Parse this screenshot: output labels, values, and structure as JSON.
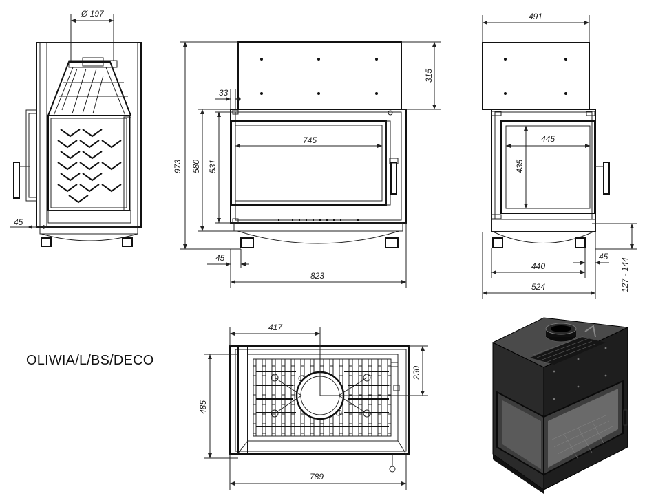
{
  "model_name": "OLIWIA/L/BS/DECO",
  "dimensions": {
    "side_flue_diameter": "Ø 197",
    "side_offset": "45",
    "front_total_height": "973",
    "front_door_height": "580",
    "front_glass_height": "531",
    "front_door_offset": "33",
    "front_top_height": "315",
    "front_glass_width": "745",
    "front_bottom_offset": "45",
    "front_total_width": "823",
    "right_total_width": "491",
    "right_glass_width": "445",
    "right_glass_height": "435",
    "right_leg_width": "440",
    "right_bottom_offset": "45",
    "right_base_width": "524",
    "right_leg_height": "127 - 144",
    "top_flue_offset": "417",
    "top_flue_depth": "230",
    "top_depth": "485",
    "top_width": "789"
  }
}
